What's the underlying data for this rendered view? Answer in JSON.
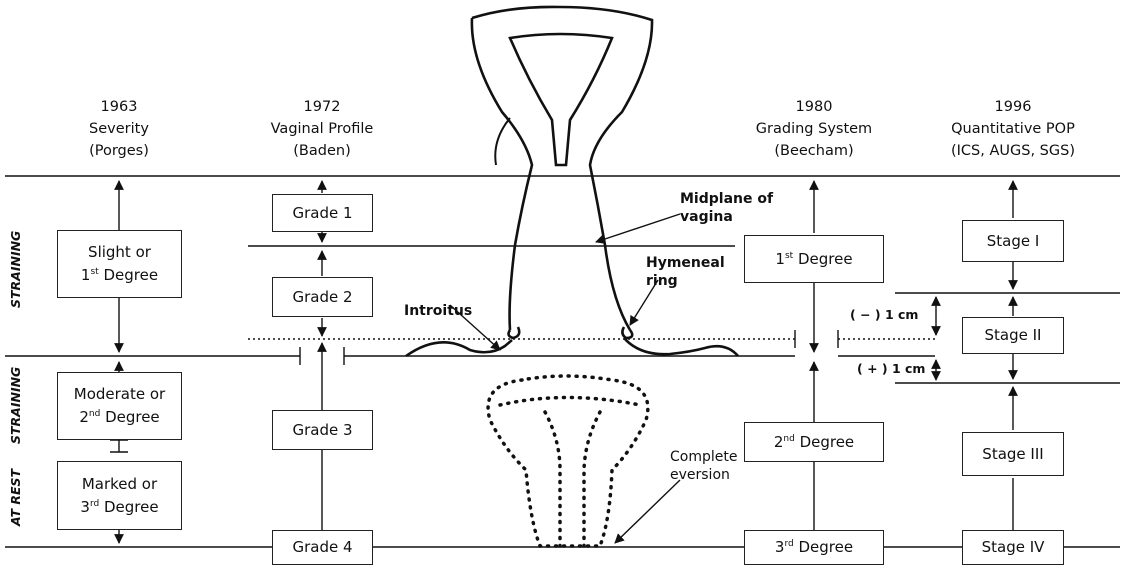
{
  "columns": [
    {
      "year": "1963",
      "title": "Severity",
      "subtitle": "(Porges)"
    },
    {
      "year": "1972",
      "title": "Vaginal Profile",
      "subtitle": "(Baden)"
    },
    {
      "year": "1980",
      "title": "Grading System",
      "subtitle": "(Beecham)"
    },
    {
      "year": "1996",
      "title": "Quantitative POP",
      "subtitle": "(ICS, AUGS, SGS)"
    }
  ],
  "porges": {
    "slight": {
      "line1": "Slight or",
      "num": "1",
      "sup": "st",
      "word": "Degree"
    },
    "moderate": {
      "line1": "Moderate or",
      "num": "2",
      "sup": "nd",
      "word": "Degree"
    },
    "marked": {
      "line1": "Marked or",
      "num": "3",
      "sup": "rd",
      "word": "Degree"
    }
  },
  "baden": [
    "Grade 1",
    "Grade 2",
    "Grade 3",
    "Grade 4"
  ],
  "beecham": [
    {
      "num": "1",
      "sup": "st",
      "word": "Degree"
    },
    {
      "num": "2",
      "sup": "nd",
      "word": "Degree"
    },
    {
      "num": "3",
      "sup": "rd",
      "word": "Degree"
    }
  ],
  "pop": [
    "Stage I",
    "Stage II",
    "Stage III",
    "Stage IV"
  ],
  "side_labels": [
    "STRAINING",
    "STRAINING",
    "AT REST"
  ],
  "annotations": {
    "midplane": [
      "Midplane of",
      "vagina"
    ],
    "hymeneal": [
      "Hymeneal",
      "ring"
    ],
    "introitus": "Introitus",
    "eversion": [
      "Complete",
      "eversion"
    ],
    "minus": "( − ) 1 cm",
    "plus": "( + ) 1 cm"
  }
}
